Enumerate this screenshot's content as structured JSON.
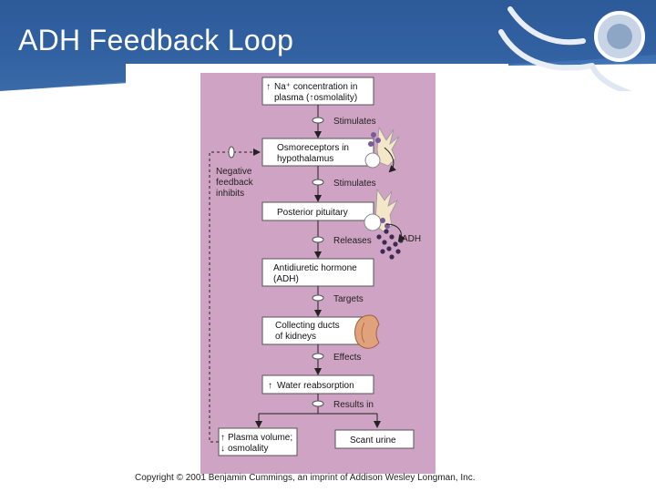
{
  "slide": {
    "title": "ADH Feedback Loop",
    "copyright": "Copyright © 2001 Benjamin Cummings, an imprint of Addison Wesley Longman, Inc."
  },
  "diagram": {
    "boxes": {
      "sodium_arrow": "↑",
      "sodium_line1": "Na⁺ concentration in",
      "sodium_line2_a": "plasma (",
      "sodium_line2_arrow": "↑",
      "sodium_line2_b": "osmolality)",
      "osmo_line1": "Osmoreceptors in",
      "osmo_line2": "hypothalamus",
      "pituitary": "Posterior pituitary",
      "adh_line1": "Antidiuretic hormone",
      "adh_line2": "(ADH)",
      "ducts_line1": "Collecting ducts",
      "ducts_line2": "of kidneys",
      "water_arrow": "↑",
      "water": "Water reabsorption",
      "plasma_arrow_up": "↑",
      "plasma_line1": "Plasma volume;",
      "plasma_arrow_down": "↓",
      "plasma_line2": "osmolality",
      "urine": "Scant urine"
    },
    "verbs": {
      "stimulates_1": "Stimulates",
      "stimulates_2": "Stimulates",
      "releases": "Releases",
      "targets": "Targets",
      "effects": "Effects",
      "results_in": "Results in"
    },
    "feedback": {
      "line1": "Negative",
      "line2": "feedback",
      "line3": "inhibits"
    },
    "adh_label": "ADH"
  },
  "colors": {
    "header_blue": "#3a6db0",
    "panel_pink": "#cfa3c3",
    "box_fill": "#ffffff",
    "dot_purple": "#3a2a55"
  }
}
